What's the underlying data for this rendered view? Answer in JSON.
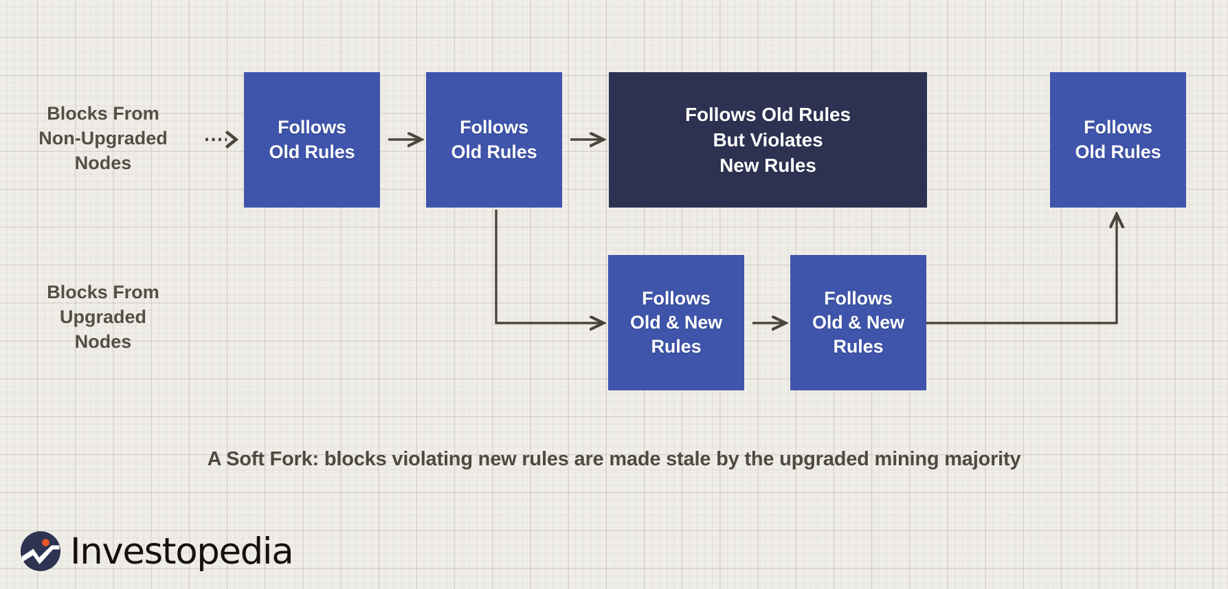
{
  "diagram": {
    "caption": "A Soft Fork: blocks violating new rules are made stale by the upgraded mining majority",
    "colors": {
      "background": "#efede7",
      "grid_line": "#989284",
      "block_blue": "#3f55ab",
      "block_dark": "#2e3252",
      "connector": "#4a463e",
      "label_text": "#534f46",
      "caption_text": "#4d4a42",
      "block_text": "#ffffff"
    },
    "row_labels": [
      {
        "id": "non-upgraded",
        "text": "Blocks From\nNon-Upgraded\nNodes"
      },
      {
        "id": "upgraded",
        "text": "Blocks From\nUpgraded\nNodes"
      }
    ],
    "top_row": [
      {
        "id": "top-block-1",
        "text": "Follows\nOld Rules",
        "style": "blue"
      },
      {
        "id": "top-block-2",
        "text": "Follows\nOld Rules",
        "style": "blue"
      },
      {
        "id": "top-block-3",
        "text": "Follows Old Rules\nBut Violates\nNew Rules",
        "style": "dark"
      },
      {
        "id": "top-block-4",
        "text": "Follows\nOld Rules",
        "style": "blue"
      }
    ],
    "bottom_row": [
      {
        "id": "bottom-block-1",
        "text": "Follows\nOld & New\nRules",
        "style": "blue"
      },
      {
        "id": "bottom-block-2",
        "text": "Follows\nOld & New\nRules",
        "style": "blue"
      }
    ],
    "connectors": [
      {
        "id": "dotted-entry-arrow",
        "kind": "dotted-arrow",
        "direction": "right"
      },
      {
        "id": "top-1-to-2",
        "kind": "arrow",
        "direction": "right"
      },
      {
        "id": "top-2-to-3",
        "kind": "arrow",
        "direction": "right"
      },
      {
        "id": "top-2-to-bottom-1",
        "kind": "elbow-arrow",
        "direction": "down-right"
      },
      {
        "id": "bottom-1-to-2",
        "kind": "arrow",
        "direction": "right"
      },
      {
        "id": "bottom-2-to-top-4",
        "kind": "elbow-arrow",
        "direction": "right-up"
      }
    ]
  },
  "logo": {
    "wordmark": "Investopedia",
    "mark_circle_color": "#2e3352",
    "mark_accent_color": "#e8552d",
    "mark_swoosh_color": "#ffffff",
    "wordmark_color": "#14110f"
  }
}
